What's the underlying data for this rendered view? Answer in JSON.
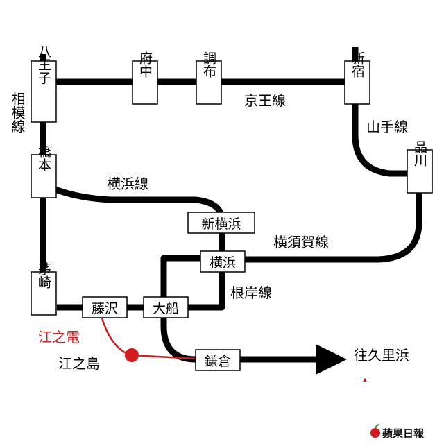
{
  "stations": {
    "hachioji": "八王子",
    "fuchu": "府中",
    "chofu": "調布",
    "shinjuku": "新宿",
    "shinagawa": "品川",
    "hashimoto": "橋本",
    "shin_yokohama": "新横浜",
    "yokohama": "横浜",
    "chigasaki": "茅崎",
    "fujisawa": "藤沢",
    "ofuna": "大船",
    "kamakura": "鎌倉",
    "enoshima": "江之島"
  },
  "lines": {
    "keio": "京王線",
    "yamanote": "山手線",
    "sagami": "相模線",
    "yokohama": "横浜線",
    "yokosuka": "横須賀線",
    "negishi": "根岸線",
    "enoden": "江之電"
  },
  "destination": "往久里浜",
  "logo_text": "蘋果日報",
  "colors": {
    "track": "#000000",
    "enoden": "#d01c1c",
    "station_box": "#ffffff"
  }
}
